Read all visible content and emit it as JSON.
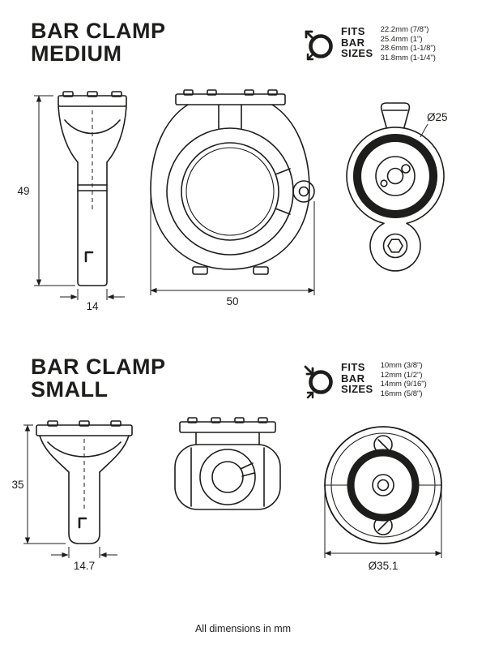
{
  "medium": {
    "title": [
      "BAR CLAMP",
      "MEDIUM"
    ],
    "fits_label": [
      "FITS",
      "BAR",
      "SIZES"
    ],
    "sizes": [
      "22.2mm (7/8\")",
      "25.4mm (1\")",
      "28.6mm (1-1/8\")",
      "31.8mm (1-1/4\")"
    ],
    "dim_height": "49",
    "dim_stem_width": "14",
    "dim_width": "50",
    "dim_knob_diameter": "Ø25"
  },
  "small": {
    "title": [
      "BAR CLAMP",
      "SMALL"
    ],
    "fits_label": [
      "FITS",
      "BAR",
      "SIZES"
    ],
    "sizes": [
      "10mm (3/8\")",
      "12mm (1/2\")",
      "14mm (9/16\")",
      "16mm (5/8\")"
    ],
    "dim_height": "35",
    "dim_stem_width": "14.7",
    "dim_diameter": "Ø35.1"
  },
  "footer": "All dimensions in mm"
}
